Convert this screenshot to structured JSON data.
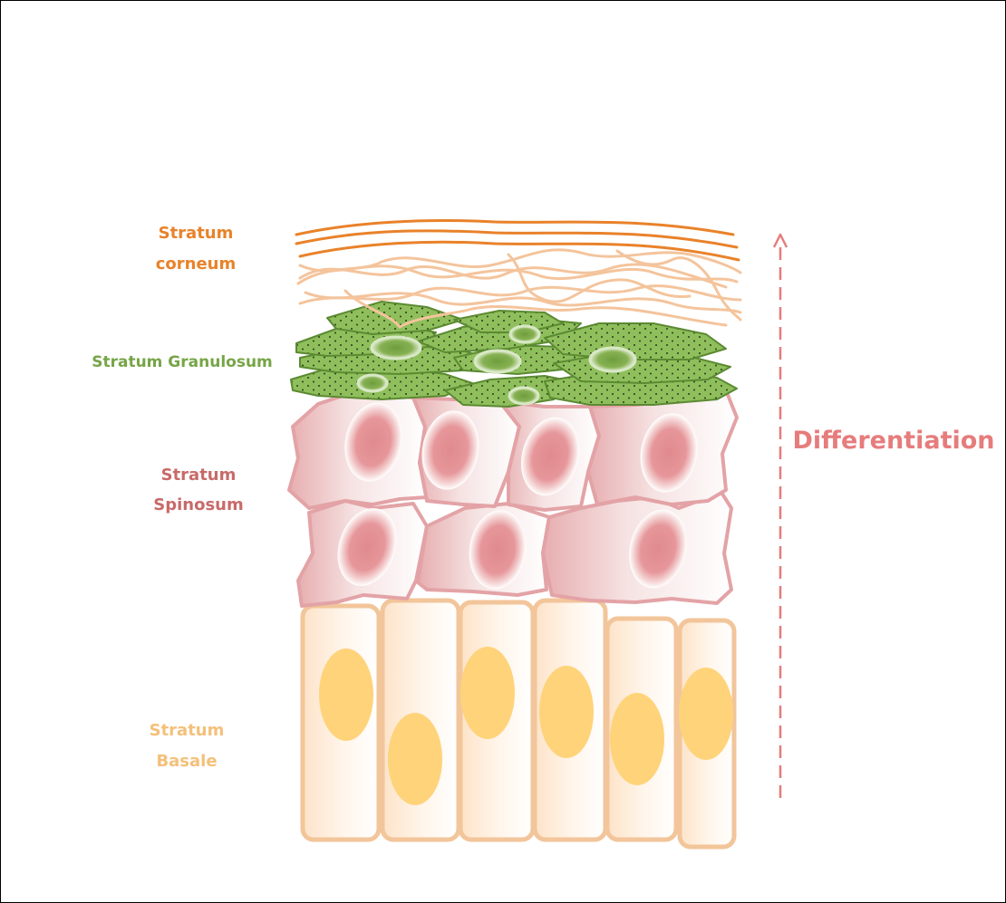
{
  "labels": {
    "corneum_line1": "Stratum",
    "corneum_line2": "corneum",
    "granulosum": "Stratum Granulosum",
    "spinosum_line1": "Stratum",
    "spinosum_line2": "Spinosum",
    "basale_line1": "Stratum",
    "basale_line2": "Basale",
    "differentiation": "Differentiation"
  },
  "colors": {
    "corneum": "#e9822a",
    "granulosum": "#76a547",
    "spinosum": "#c86a6a",
    "basale": "#f4c07a",
    "differentiation": "#e67c7c"
  }
}
